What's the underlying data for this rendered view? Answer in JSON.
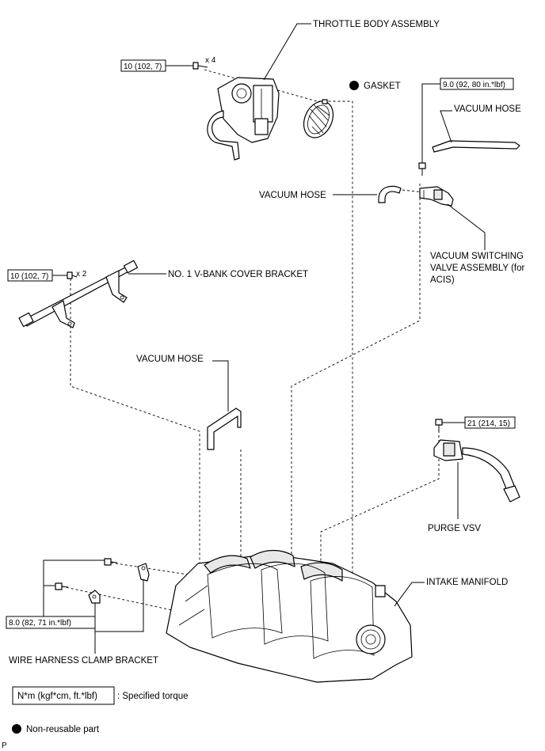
{
  "labels": {
    "throttle_body": "THROTTLE BODY ASSEMBLY",
    "gasket": "GASKET",
    "vacuum_hose_top": "VACUUM HOSE",
    "vacuum_hose_mid": "VACUUM HOSE",
    "vsv_acis_1": "VACUUM SWITCHING",
    "vsv_acis_2": "VALVE ASSEMBLY (for",
    "vsv_acis_3": "ACIS)",
    "vbank_bracket": "NO. 1 V-BANK COVER BRACKET",
    "vacuum_hose_lower": "VACUUM HOSE",
    "purge_vsv": "PURGE VSV",
    "intake_manifold": "INTAKE MANIFOLD",
    "wire_harness": "WIRE HARNESS CLAMP BRACKET"
  },
  "torques": {
    "throttle_bolts": "10 (102, 7)",
    "throttle_qty": "x 4",
    "vsv_bolt": "9.0 (92, 80 in.*lbf)",
    "bracket_bolts": "10 (102, 7)",
    "bracket_qty": "x 2",
    "purge_bolt": "21 (214, 15)",
    "harness_bolts": "8.0 (82, 71 in.*lbf)"
  },
  "legend": {
    "torque_box": "N*m (kgf*cm, ft.*lbf)",
    "torque_text": ": Specified torque",
    "nonreusable_text": "Non-reusable part"
  },
  "footer_code": "P"
}
